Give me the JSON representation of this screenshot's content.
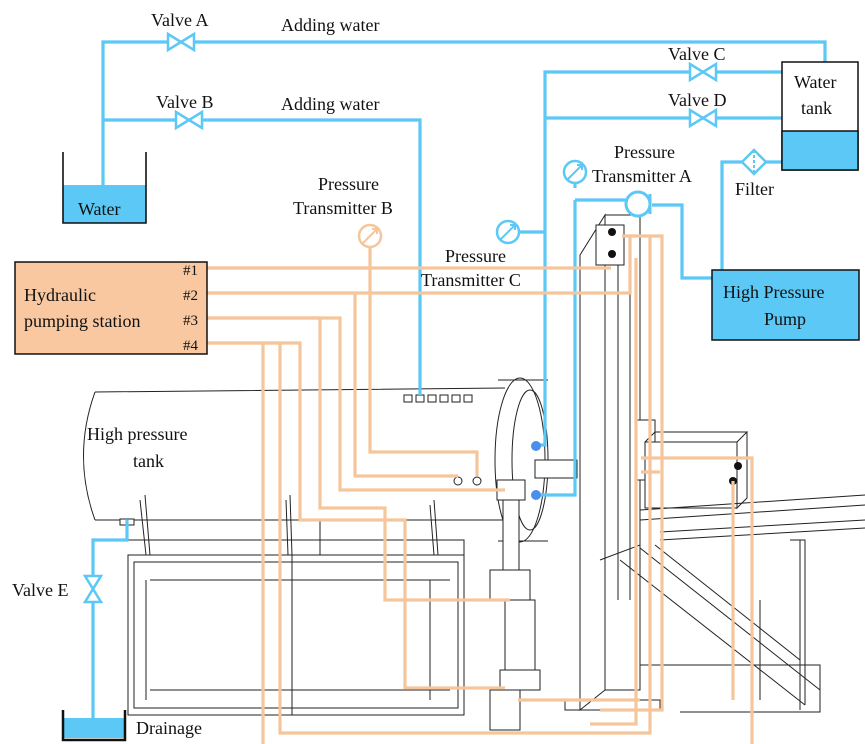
{
  "colors": {
    "water_line": "#5bc8f5",
    "oil_line": "#f5c69b",
    "pumping_station_fill": "#f9c8a0",
    "pump_fill": "#5bc8f5",
    "water_fill": "#5bc8f5"
  },
  "labels": {
    "valve_a": "Valve A",
    "valve_b": "Valve B",
    "valve_c": "Valve C",
    "valve_d": "Valve D",
    "valve_e": "Valve E",
    "adding_water_1": "Adding water",
    "adding_water_2": "Adding water",
    "water_tank_line1": "Water",
    "water_tank_line2": "tank",
    "water_container": "Water",
    "filter": "Filter",
    "pt_a_line1": "Pressure",
    "pt_a_line2": "Transmitter A",
    "pt_b_line1": "Pressure",
    "pt_b_line2": "Transmitter B",
    "pt_c_line1": "Pressure",
    "pt_c_line2": "Transmitter C",
    "hp_pump_line1": "High Pressure",
    "hp_pump_line2": "Pump",
    "hps_line1": "Hydraulic",
    "hps_line2": "pumping station",
    "port_1": "#1",
    "port_2": "#2",
    "port_3": "#3",
    "port_4": "#4",
    "hp_tank_line1": "High pressure",
    "hp_tank_line2": "tank",
    "drainage": "Drainage"
  }
}
